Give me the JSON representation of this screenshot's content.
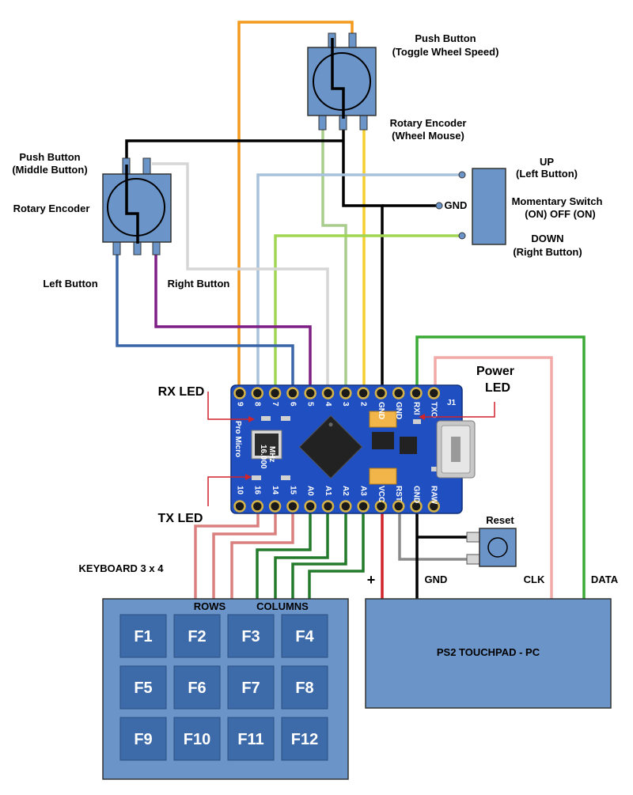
{
  "labels": {
    "push_button_top": "Push Button",
    "toggle_wheel_speed": "(Toggle Wheel Speed)",
    "rotary_encoder_top": "Rotary Encoder",
    "wheel_mouse": "(Wheel Mouse)",
    "push_button_left": "Push Button",
    "middle_button": "(Middle Button)",
    "rotary_encoder_left": "Rotary Encoder",
    "left_button": "Left Button",
    "right_button": "Right Button",
    "up": "UP",
    "up_sub": "(Left Button)",
    "gnd_switch": "GND",
    "momentary_switch": "Momentary Switch",
    "on_off_on": "(ON) OFF (ON)",
    "down": "DOWN",
    "down_sub": "(Right Button)",
    "rx_led": "RX  LED",
    "tx_led": "TX  LED",
    "power_led_1": "Power",
    "power_led_2": "LED",
    "reset": "Reset",
    "keyboard": "KEYBOARD  3 x 4",
    "rows": "ROWS",
    "columns": "COLUMNS",
    "plus": "+",
    "gnd_pad": "GND",
    "clk": "CLK",
    "data": "DATA",
    "touchpad": "PS2 TOUCHPAD - PC",
    "board_name": "Pro Micro",
    "crystal_1": "16.000",
    "crystal_2": "MHz",
    "j1": "J1"
  },
  "board_pins_top": [
    "9",
    "8",
    "7",
    "6",
    "5",
    "4",
    "3",
    "2",
    "GND",
    "GND",
    "RXI",
    "TXO"
  ],
  "board_pins_bottom": [
    "10",
    "16",
    "14",
    "15",
    "A0",
    "A1",
    "A2",
    "A3",
    "VCC",
    "RST",
    "GND",
    "RAW"
  ],
  "keys": [
    "F1",
    "F2",
    "F3",
    "F4",
    "F5",
    "F6",
    "F7",
    "F8",
    "F9",
    "F10",
    "F11",
    "F12"
  ],
  "colors": {
    "component_blue": "#6b94c8",
    "board_blue": "#1f4fc0",
    "key_blue": "#3d6aa8",
    "orange": "#f39a1f",
    "yellow": "#f5cf2e",
    "light_green": "#a8cc8c",
    "lime": "#a0d651",
    "light_blue": "#a9c2dc",
    "light_gray": "#d6d6d6",
    "blue": "#3a66a8",
    "purple": "#7e1f86",
    "black": "#000000",
    "green": "#3aaa35",
    "pink": "#f2aaa9",
    "dark_green": "#237a2a",
    "red": "#d0242a",
    "gray": "#8a8a8a"
  }
}
